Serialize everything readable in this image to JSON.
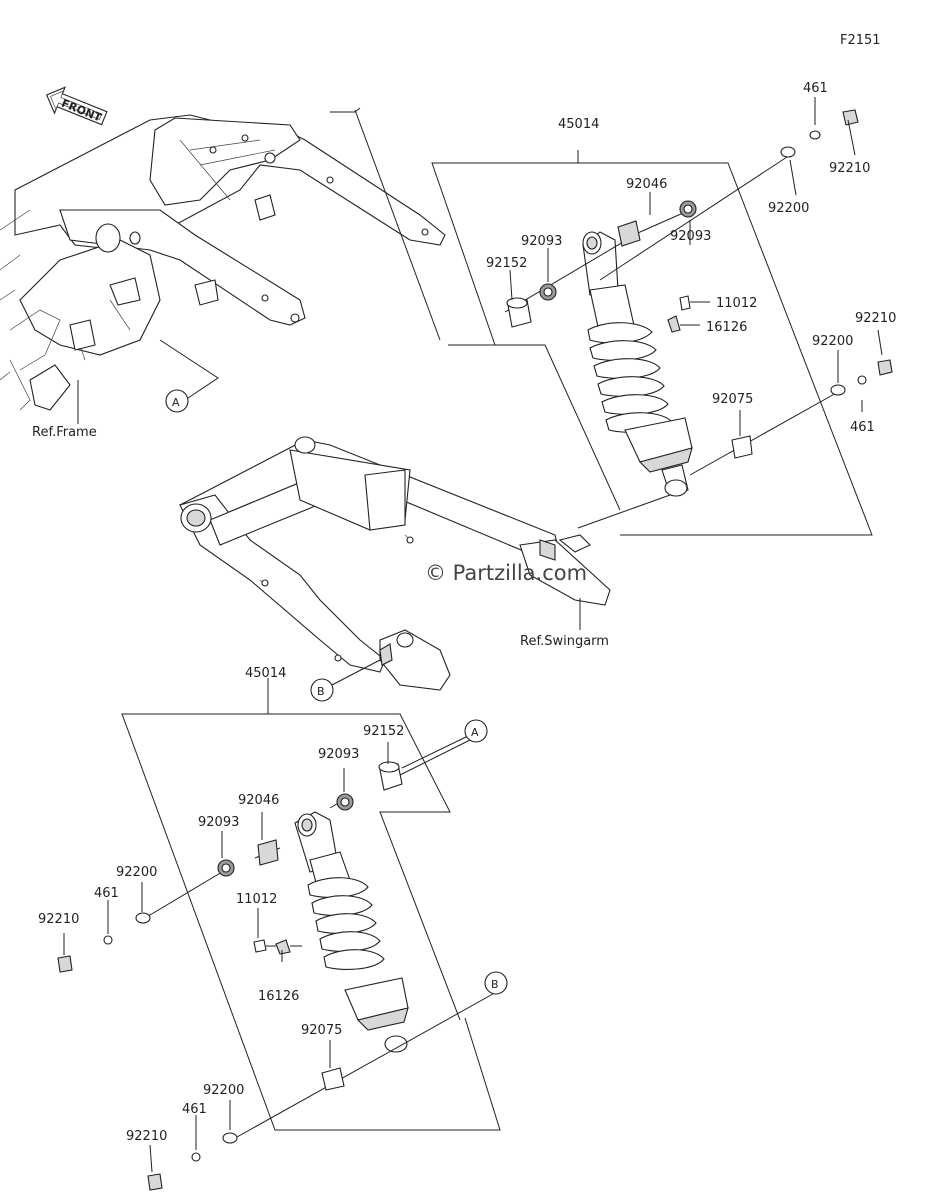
{
  "figure_code": "F2151",
  "front_label": "FRONT",
  "ref_frame": "Ref.Frame",
  "ref_swingarm": "Ref.Swingarm",
  "watermark": "© Partzilla.com",
  "callout_a": "A",
  "callout_b": "B",
  "upper_group": {
    "assembly": "45014",
    "washer_right_top": "461",
    "nut_right_top": "92210",
    "washer_top": "92200",
    "bearing": "92046",
    "seal_left": "92093",
    "seal_right": "92093",
    "collar": "92152",
    "cap": "11012",
    "valve": "16126",
    "nut_right_mid": "92210",
    "washer_right_mid": "92200",
    "washer_small_mid": "461",
    "bushing": "92075"
  },
  "lower_group": {
    "assembly": "45014",
    "collar": "92152",
    "seal_top": "92093",
    "bearing": "92046",
    "seal_left": "92093",
    "washer_upper": "92200",
    "washer_small_upper": "461",
    "nut_upper": "92210",
    "cap": "11012",
    "valve": "16126",
    "bushing": "92075",
    "washer_lower": "92200",
    "washer_small_lower": "461",
    "nut_lower": "92210"
  }
}
